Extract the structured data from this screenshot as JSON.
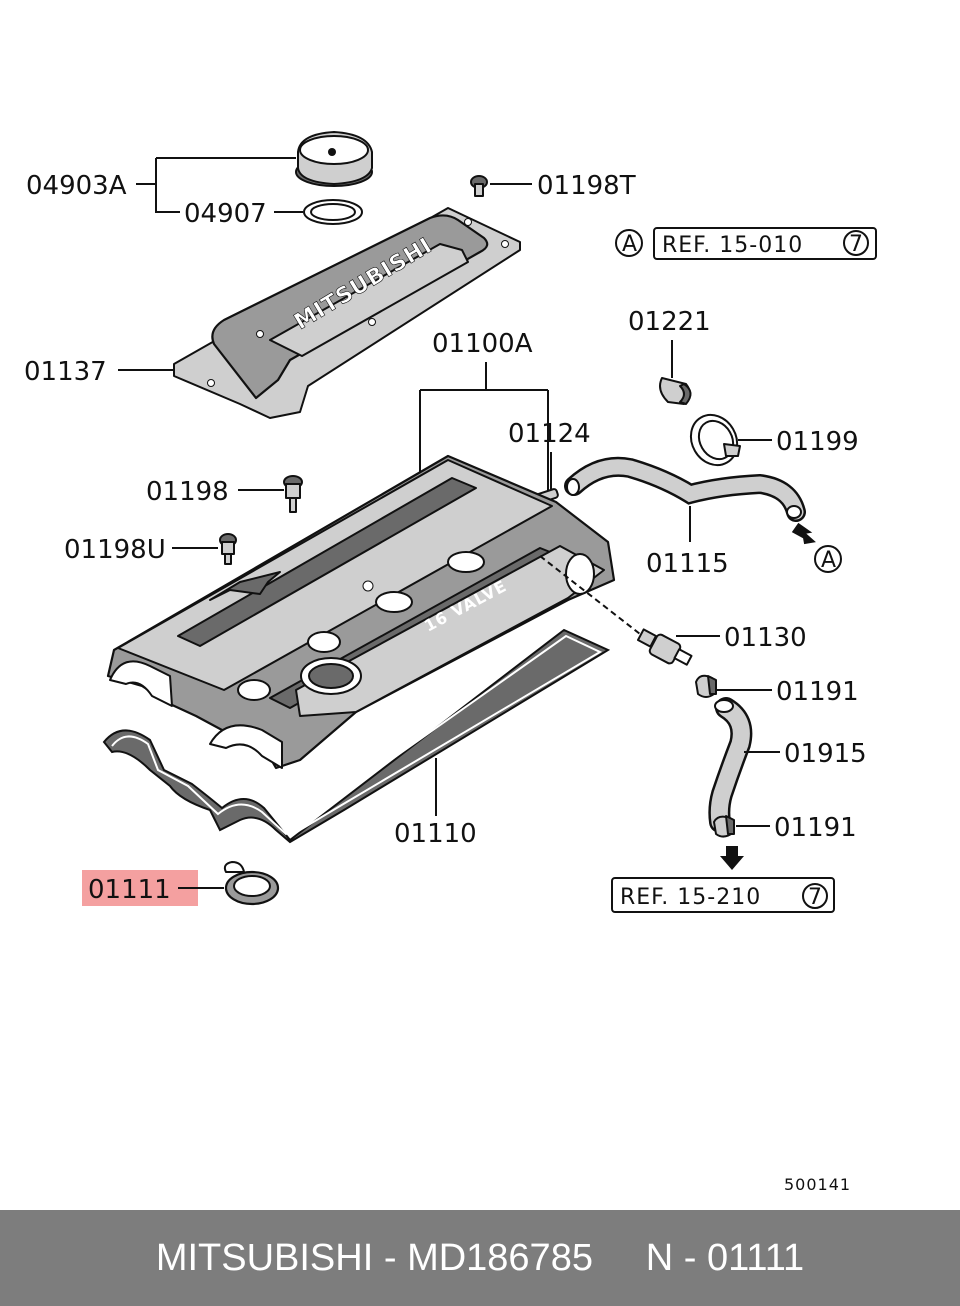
{
  "labels": {
    "p04903A": "04903A",
    "p04907": "04907",
    "p01198T": "01198T",
    "p01137": "01137",
    "p01100A": "01100A",
    "p01221": "01221",
    "p01124": "01124",
    "p01199": "01199",
    "p01198": "01198",
    "p01198U": "01198U",
    "p01115": "01115",
    "p01130": "01130",
    "p01191a": "01191",
    "p01915": "01915",
    "p01110": "01110",
    "p01191b": "01191",
    "p01111": "01111"
  },
  "refs": {
    "ref1_marker": "A",
    "ref1_text": "REF. 15-010",
    "ref1_circle": "7",
    "arrow_marker": "A",
    "ref2_text": "REF. 15-210",
    "ref2_circle": "7"
  },
  "cover_text": "MITSUBISHI",
  "valve_text": "16 VALVE",
  "highlighted_part": "01111",
  "highlight_color": "#f4a0a0",
  "diagram_code": "500141",
  "footer": {
    "brand": "MITSUBISHI",
    "part_number": "MD186785",
    "ref_code": "N - 01111",
    "separator": " - ",
    "gap": "     "
  }
}
